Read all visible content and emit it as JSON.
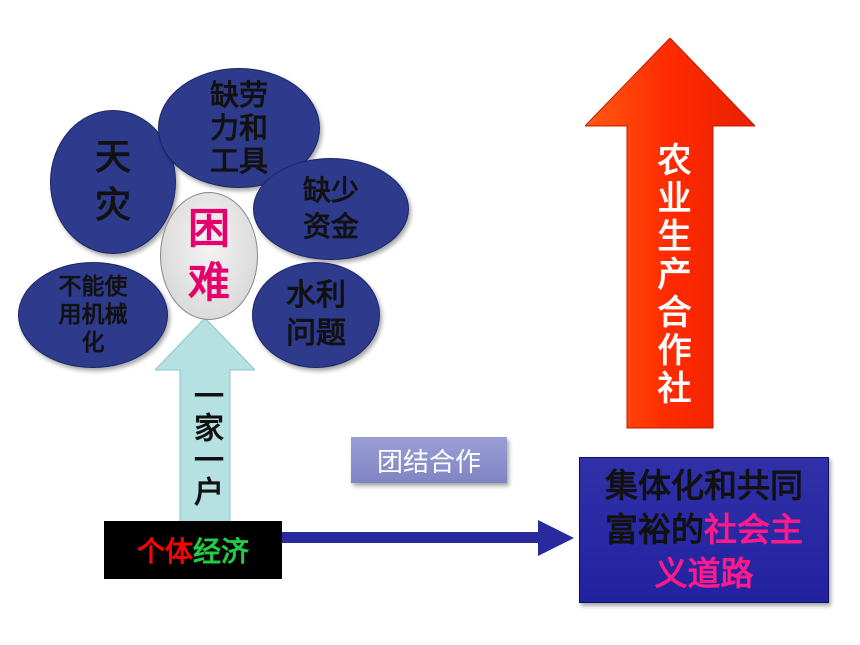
{
  "ovals": {
    "tianzai": "天灾",
    "quelao_1": "缺劳",
    "quelao_2": "力和",
    "quelao_3": "工具",
    "queshao_1": "缺少",
    "queshao_2": "资金",
    "jixie_1": "不能使",
    "jixie_2": "用机械",
    "jixie_3": "化",
    "shuili_1": "水利",
    "shuili_2": "问题"
  },
  "center": {
    "label": "困难"
  },
  "left_arrow": {
    "label": "一家一户"
  },
  "base_box": {
    "part1": "个体",
    "part2": "经济"
  },
  "middle_label": "团结合作",
  "right_arrow": {
    "label": "农业生产合作社"
  },
  "goal_box": {
    "line1": "集体化和共同",
    "line2_a": "富裕的",
    "line2_b": "社会主",
    "line3_a": "义道路"
  },
  "colors": {
    "oval": "#2e3a8c",
    "hard_text": "#e6006e",
    "left_arrow": "#b6e1e3",
    "right_arrow": "#ff3000",
    "goal_box": "#2a2a9c",
    "connector": "#2a2a9c",
    "red_text": "#ff0000",
    "green_text": "#22cc44"
  }
}
